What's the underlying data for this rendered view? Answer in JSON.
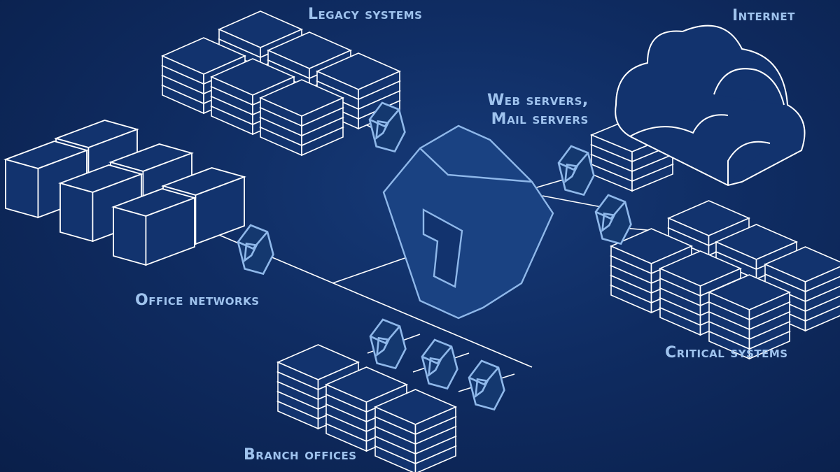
{
  "labels": {
    "legacy_systems": "Legacy systems",
    "internet": "Internet",
    "web_servers_line1": "Web servers,",
    "web_servers_line2": "Mail servers",
    "office_networks": "Office networks",
    "critical_systems": "Critical systems",
    "branch_offices": "Branch offices"
  },
  "colors": {
    "background": "#0f2c62",
    "outline": "#ffffff",
    "accent": "#9fc3ee",
    "firewall": "#8fb8ea"
  },
  "icons": [
    "cloud-icon",
    "server-rack-icon",
    "cube-icon",
    "firewall-icon",
    "central-gateway-icon"
  ]
}
